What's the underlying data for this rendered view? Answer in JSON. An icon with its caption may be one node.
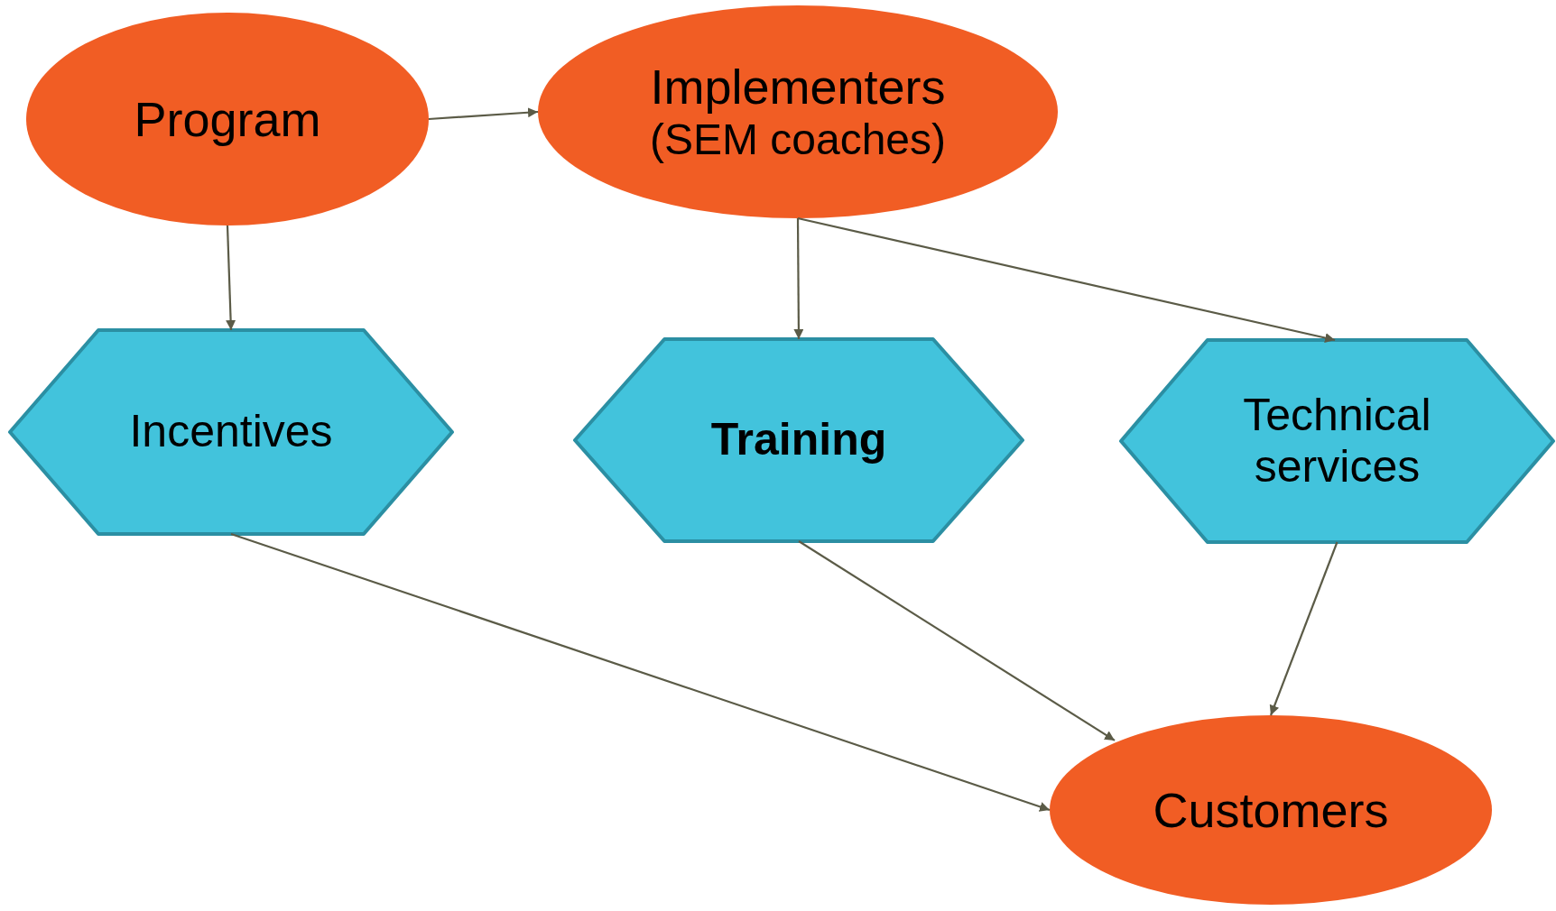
{
  "diagram": {
    "nodes": [
      {
        "text": [
          "Program"
        ]
      },
      {
        "text": [
          "Implementers",
          "(SEM coaches)"
        ]
      },
      {
        "text": [
          "Incentives"
        ]
      },
      {
        "text": [
          "Training"
        ]
      },
      {
        "text": [
          "Technical services"
        ]
      },
      {
        "text": [
          "Customers"
        ]
      }
    ],
    "edges": [
      {
        "from": 0,
        "to": 1,
        "arrow": "to"
      },
      {
        "from": 0,
        "to": 2,
        "arrow": "to"
      },
      {
        "from": 1,
        "to": 3,
        "arrow": "to"
      },
      {
        "from": 1,
        "to": 4,
        "arrow": "to"
      },
      {
        "from": 2,
        "to": 5,
        "arrow": "to"
      },
      {
        "from": 3,
        "to": 5,
        "arrow": "to"
      },
      {
        "from": 4,
        "to": 5,
        "arrow": "to"
      }
    ]
  }
}
